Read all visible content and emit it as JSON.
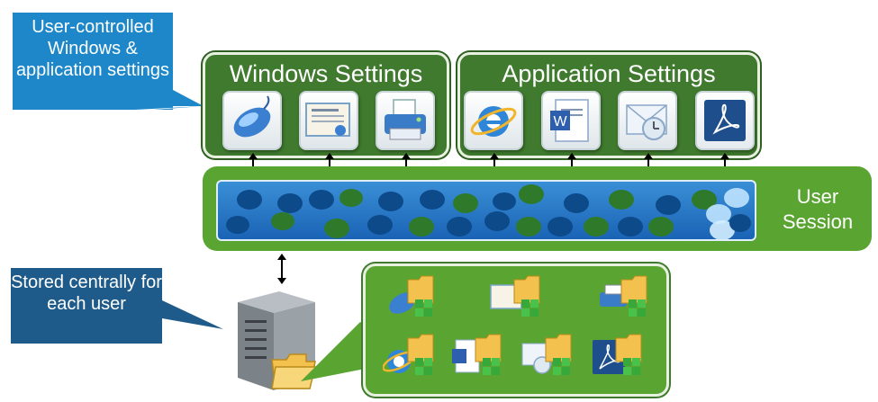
{
  "callouts": {
    "top": "User-controlled Windows & application settings",
    "bottom": "Stored centrally for each user"
  },
  "panels": {
    "windows": {
      "title": "Windows Settings",
      "icons": [
        "mouse-icon",
        "certificate-icon",
        "printer-icon"
      ]
    },
    "applications": {
      "title": "Application Settings",
      "icons": [
        "internet-explorer-icon",
        "word-icon",
        "outlook-icon",
        "acrobat-icon"
      ]
    }
  },
  "session": {
    "label": "User Session"
  },
  "storage": {
    "icons": [
      "mouse-folder-icon",
      "certificate-folder-icon",
      "printer-folder-icon",
      "internet-explorer-folder-icon",
      "word-folder-icon",
      "outlook-folder-icon",
      "acrobat-folder-icon"
    ]
  },
  "colors": {
    "callout_blue": "#1d87c9",
    "callout_dark_blue": "#1f5b8a",
    "panel_green": "#3f7a2e",
    "session_green": "#5aa531",
    "track_blue": "#2a78c8"
  }
}
